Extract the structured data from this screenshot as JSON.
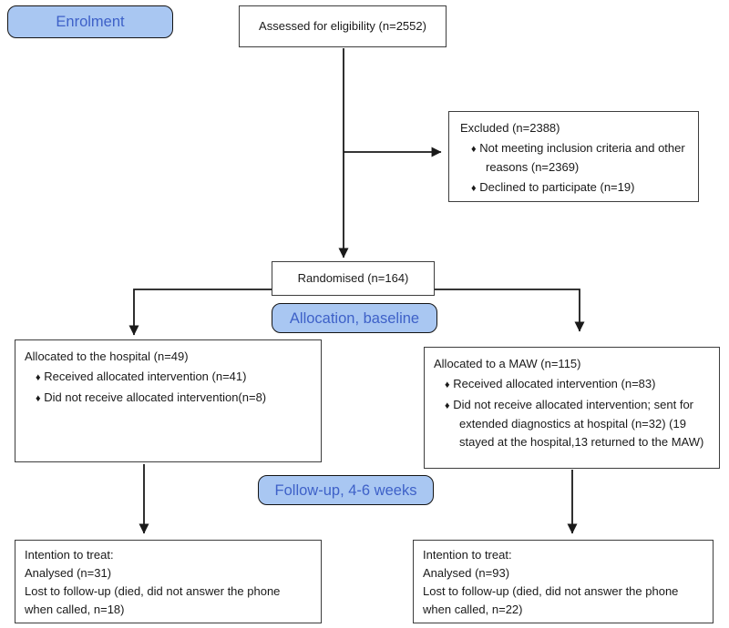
{
  "stage_labels": {
    "enrolment": "Enrolment",
    "allocation": "Allocation, baseline",
    "followup": "Follow-up, 4-6 weeks"
  },
  "boxes": {
    "assessed": {
      "text": "Assessed for eligibility (n=2552)"
    },
    "excluded": {
      "title": "Excluded (n=2388)",
      "bullets": [
        "Not meeting inclusion criteria and other reasons (n=2369)",
        "Declined to participate (n=19)"
      ]
    },
    "randomised": {
      "text": "Randomised (n=164)"
    },
    "allocated_hospital": {
      "title": "Allocated to the hospital (n=49)",
      "bullets": [
        "Received allocated intervention (n=41)",
        "Did not receive allocated intervention(n=8)"
      ]
    },
    "allocated_maw": {
      "title": "Allocated to a MAW (n=115)",
      "bullets": [
        "Received allocated intervention (n=83)",
        "Did not receive allocated intervention; sent for extended diagnostics at hospital (n=32) (19 stayed at the hospital,13 returned to the MAW)"
      ]
    },
    "itt_hospital": {
      "lines": [
        "Intention to treat:",
        "Analysed (n=31)",
        "Lost to follow-up (died, did not answer the phone when called, n=18)"
      ]
    },
    "itt_maw": {
      "lines": [
        "Intention to treat:",
        "Analysed (n=93)",
        "Lost to follow-up (died, did not answer the phone when called, n=22)"
      ]
    }
  },
  "glyphs": {
    "bullet": "♦"
  },
  "colors": {
    "stage_label_bg": "#a9c7f2",
    "stage_label_text": "#3e61c8",
    "stage_label_border": "#141414",
    "box_border": "#3d3d3d",
    "arrow": "#1a1a1a",
    "text": "#1a1a1a",
    "background": "#ffffff"
  }
}
